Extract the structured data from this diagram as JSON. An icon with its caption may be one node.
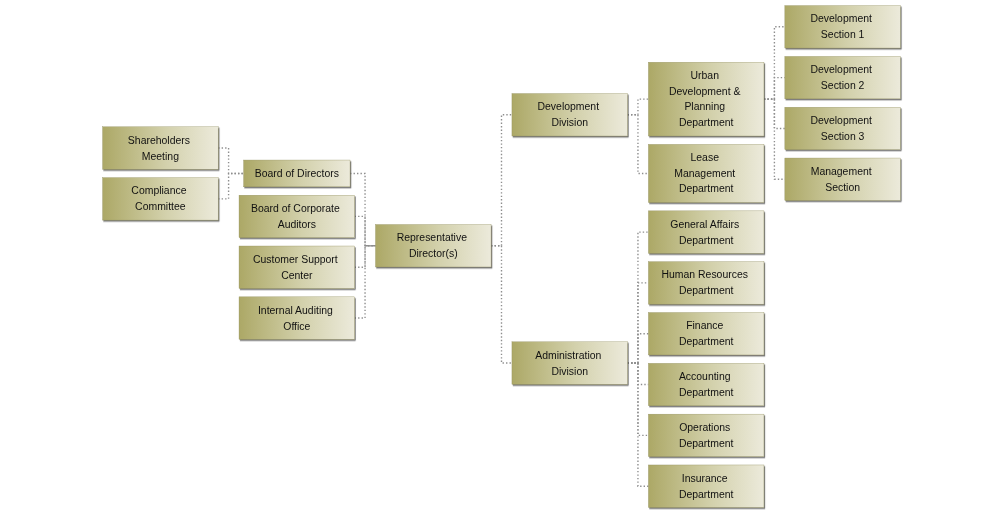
{
  "diagram": {
    "nodes": [
      {
        "text": [
          "Compliance Committee"
        ]
      },
      {
        "text": [
          "Board of Corporate Auditors"
        ]
      },
      {
        "text": [
          "Shareholders Meeting"
        ]
      },
      {
        "text": [
          "Board of Directors"
        ]
      },
      {
        "text": [
          "Representative Director(s)"
        ]
      },
      {
        "text": [
          "Customer Support Center"
        ]
      },
      {
        "text": [
          "Internal Auditing Office"
        ]
      },
      {
        "text": [
          "Development Division"
        ]
      },
      {
        "text": [
          "Administration Division"
        ]
      },
      {
        "text": [
          "Urban Development & Planning Department"
        ]
      },
      {
        "text": [
          "Lease Management Department"
        ]
      },
      {
        "text": [
          "General Affairs Department"
        ]
      },
      {
        "text": [
          "Human Resources Department"
        ]
      },
      {
        "text": [
          "Finance Department"
        ]
      },
      {
        "text": [
          "Accounting Department"
        ]
      },
      {
        "text": [
          "Operations Department"
        ]
      },
      {
        "text": [
          "Insurance Department"
        ]
      },
      {
        "text": [
          "Development Section 1"
        ]
      },
      {
        "text": [
          "Development Section 2"
        ]
      },
      {
        "text": [
          "Development Section 3"
        ]
      },
      {
        "text": [
          "Management Section"
        ]
      }
    ],
    "edges": [
      {
        "from": 2,
        "to": 3,
        "arrow": "none",
        "style": "dashed"
      },
      {
        "from": 0,
        "to": 3,
        "arrow": "none",
        "style": "dashed"
      },
      {
        "from": 3,
        "to": 4,
        "arrow": "none",
        "style": "dashed"
      },
      {
        "from": 1,
        "to": 4,
        "arrow": "none",
        "style": "dashed"
      },
      {
        "from": 5,
        "to": 4,
        "arrow": "none",
        "style": "dashed"
      },
      {
        "from": 6,
        "to": 4,
        "arrow": "none",
        "style": "dashed"
      },
      {
        "from": 4,
        "to": 7,
        "arrow": "none",
        "style": "dashed"
      },
      {
        "from": 4,
        "to": 8,
        "arrow": "none",
        "style": "dashed"
      },
      {
        "from": 7,
        "to": 9,
        "arrow": "none",
        "style": "dashed"
      },
      {
        "from": 7,
        "to": 10,
        "arrow": "none",
        "style": "dashed"
      },
      {
        "from": 9,
        "to": 17,
        "arrow": "none",
        "style": "dashed"
      },
      {
        "from": 9,
        "to": 18,
        "arrow": "none",
        "style": "dashed"
      },
      {
        "from": 9,
        "to": 19,
        "arrow": "none",
        "style": "dashed"
      },
      {
        "from": 9,
        "to": 20,
        "arrow": "none",
        "style": "dashed"
      },
      {
        "from": 8,
        "to": 11,
        "arrow": "none",
        "style": "dashed"
      },
      {
        "from": 8,
        "to": 12,
        "arrow": "none",
        "style": "dashed"
      },
      {
        "from": 8,
        "to": 13,
        "arrow": "none",
        "style": "dashed"
      },
      {
        "from": 8,
        "to": 14,
        "arrow": "none",
        "style": "dashed"
      },
      {
        "from": 8,
        "to": 15,
        "arrow": "none",
        "style": "dashed"
      },
      {
        "from": 8,
        "to": 16,
        "arrow": "none",
        "style": "dashed"
      }
    ]
  }
}
